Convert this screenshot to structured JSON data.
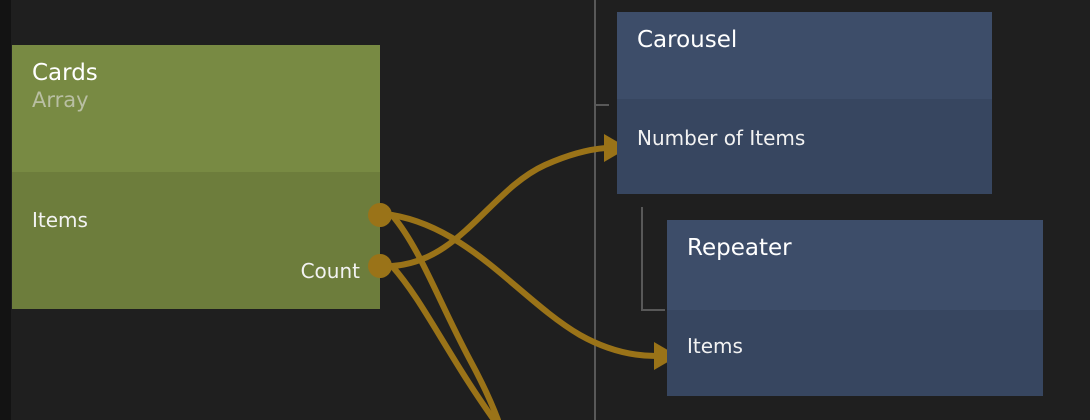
{
  "canvas": {
    "background": "#1f1f1f",
    "gutter_color": "#131313",
    "guide_color": "#585858",
    "wire_color": "#9a7318",
    "port_color": "#9a7318"
  },
  "nodes": {
    "source": {
      "title": "Cards",
      "subtitle": "Array",
      "header_color": "#788a43",
      "body_color": "#6d7d3c",
      "ports": [
        {
          "label": "Items",
          "align": "left",
          "connected": true
        },
        {
          "label": "Count",
          "align": "right",
          "connected": true
        }
      ]
    },
    "carousel": {
      "title": "Carousel",
      "header_color": "#3d4d69",
      "body_color": "#374660",
      "ports": [
        {
          "label": "Number of Items",
          "align": "left",
          "connected": true
        }
      ]
    },
    "repeater": {
      "title": "Repeater",
      "header_color": "#3d4d69",
      "body_color": "#374660",
      "ports": [
        {
          "label": "Items",
          "align": "left",
          "connected": true
        }
      ]
    }
  },
  "connections": [
    {
      "from": "Cards.Items",
      "to": "Repeater.Items"
    },
    {
      "from": "Cards.Count",
      "to": "Carousel.Number of Items"
    },
    {
      "from": "Cards.Items",
      "to": "offscreen-below"
    },
    {
      "from": "Cards.Count",
      "to": "offscreen-below"
    }
  ]
}
